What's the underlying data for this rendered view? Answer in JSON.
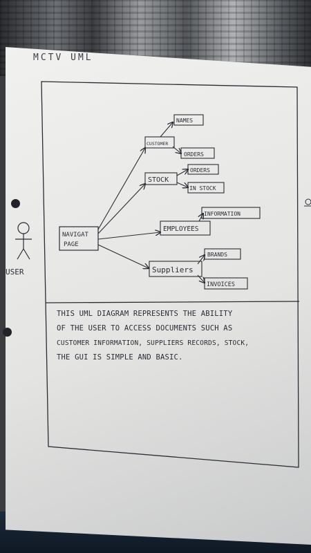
{
  "header": {
    "title": "MCTV  UML"
  },
  "actor": {
    "label": "USER"
  },
  "diagram": {
    "hub": {
      "line1": "NAVIGAT",
      "line2": "PAGE"
    },
    "nodes": {
      "customer": "CUSTOMER",
      "names": "NAMES",
      "customer_orders": "ORDERS",
      "stock": "STOCK",
      "stock_orders": "ORDERS",
      "in_stock": "IN STOCK",
      "employees": "EMPLOYEES",
      "information": "INFORMATION",
      "suppliers": "Suppliers",
      "brands": "BRANDS",
      "invoices": "INVOICES"
    }
  },
  "description": {
    "lines": [
      "THIS UML DIAGRAM REPRESENTS THE ABILITY",
      "OF THE USER TO ACCESS DOCUMENTS SUCH AS",
      "CUSTOMER INFORMATION, SUPPLIERS RECORDS, STOCK,",
      "THE GUI IS SIMPLE AND BASIC."
    ]
  }
}
